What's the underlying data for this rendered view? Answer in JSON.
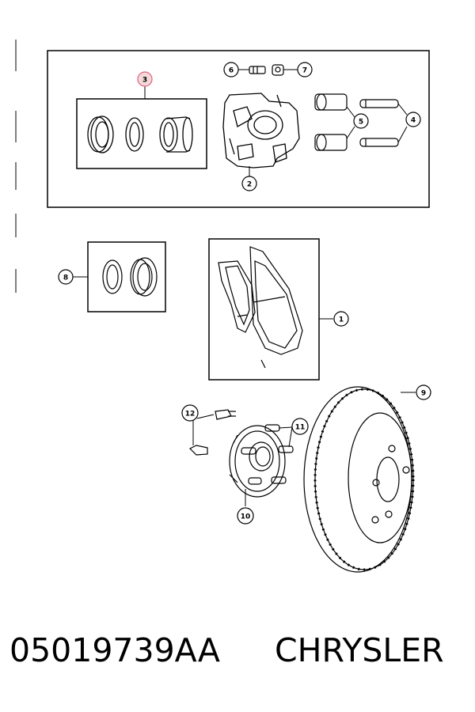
{
  "callouts": [
    "1",
    "2",
    "3",
    "4",
    "5",
    "6",
    "7",
    "8",
    "9",
    "10",
    "11",
    "12"
  ],
  "caption": {
    "part_number": "05019739AA",
    "brand": "CHRYSLER"
  },
  "colors": {
    "line": "#000000",
    "highlight": "#e06080",
    "highlight_fill": "#f4d9d9",
    "background": "#ffffff"
  }
}
